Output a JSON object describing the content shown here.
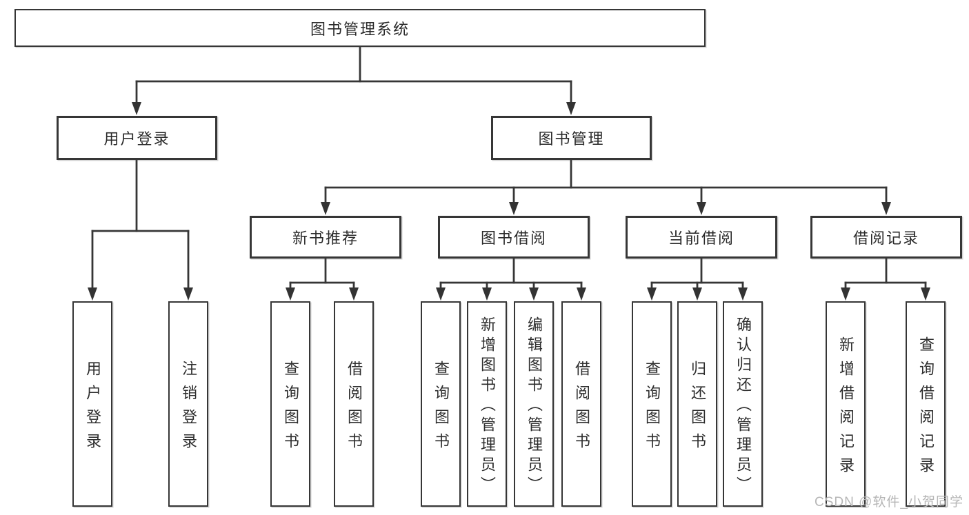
{
  "tree": {
    "label": "图书管理系统",
    "children": [
      {
        "label": "用户登录",
        "children": [
          {
            "label": "用户登录"
          },
          {
            "label": "注销登录"
          }
        ]
      },
      {
        "label": "图书管理",
        "children": [
          {
            "label": "新书推荐",
            "children": [
              {
                "label": "查询图书"
              },
              {
                "label": "借阅图书"
              }
            ]
          },
          {
            "label": "图书借阅",
            "children": [
              {
                "label": "查询图书"
              },
              {
                "label": "新增图书（管理员）"
              },
              {
                "label": "编辑图书（管理员）"
              },
              {
                "label": "借阅图书"
              }
            ]
          },
          {
            "label": "当前借阅",
            "children": [
              {
                "label": "查询图书"
              },
              {
                "label": "归还图书"
              },
              {
                "label": "确认归还（管理员）"
              }
            ]
          },
          {
            "label": "借阅记录",
            "children": [
              {
                "label": "新增借阅记录"
              },
              {
                "label": "查询借阅记录"
              }
            ]
          }
        ]
      }
    ]
  },
  "watermark": "CSDN @软件_小贺同学",
  "colors": {
    "line": "#363636",
    "box_border": "#363636",
    "text": "#2a2a2a",
    "watermark": "#b6b6b6",
    "background": "#ffffff"
  }
}
